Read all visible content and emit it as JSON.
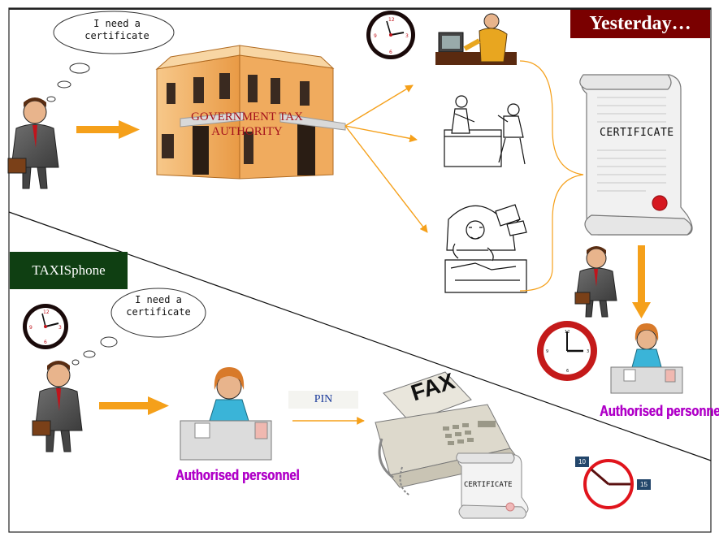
{
  "banners": {
    "yesterday": "Yesterday…",
    "taxiphone": "TAXISphone"
  },
  "top_flow": {
    "thought": "I need a\ncertificate",
    "building_label": "GOVERNMENT TAX\nAUTHORITY",
    "certificate_label": "CERTIFICATE",
    "personnel_label": "Authorised personnel"
  },
  "bottom_flow": {
    "thought": "I need a\ncertificate",
    "personnel_label": "Authorised personnel",
    "pin_label": "PIN",
    "fax_label": "FAX",
    "certificate_label": "CERTIFICATE",
    "time_start": "10",
    "time_end": "15"
  },
  "colors": {
    "arrow": "#f5a01a",
    "yesterday_banner": "#7a0000",
    "taxiphone_banner": "#0f3f12",
    "authorised_label": "#b000c8",
    "building": "#f3b26a",
    "quick_clock_ring": "#e0141c"
  }
}
